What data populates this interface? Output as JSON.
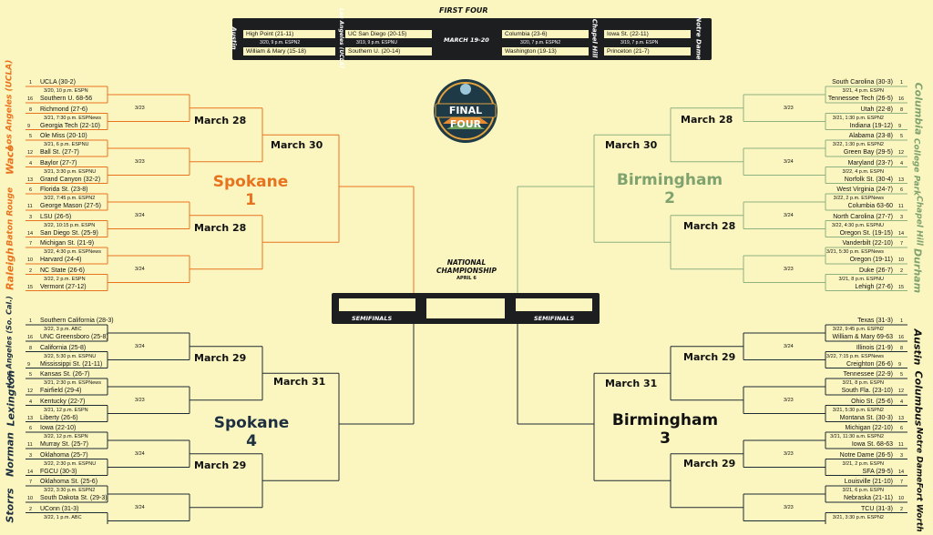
{
  "first_four": {
    "title": "FIRST FOUR",
    "dates": "MARCH 19-20",
    "games": [
      {
        "site": "Austin",
        "top": "High Point (21-11)",
        "meta": "3/20, 9 p.m. ESPN2",
        "bottom": "William & Mary (15-18)"
      },
      {
        "site": "Los Angeles (UCLA)",
        "top": "UC San Diego (20-15)",
        "meta": "3/19, 9 p.m. ESPNU",
        "bottom": "Southern U. (20-14)"
      },
      {
        "site": "Chapel Hill",
        "top": "Columbia (23-6)",
        "meta": "3/20, 7 p.m. ESPN2",
        "bottom": "Washington (19-13)"
      },
      {
        "site": "Notre Dame",
        "top": "Iowa St. (22-11)",
        "meta": "3/19, 7 p.m. ESPN",
        "bottom": "Princeton (21-7)"
      }
    ]
  },
  "logo": {
    "line1": "FINAL FOUR"
  },
  "center": {
    "title": "NATIONAL CHAMPIONSHIP",
    "date": "APRIL 6",
    "semis": [
      "SEMIFINALS",
      "SEMIFINALS"
    ]
  },
  "regions": {
    "tl": {
      "name": "Spokane",
      "num": "1",
      "r2": [
        "March 28",
        "March 28"
      ],
      "r3": "March 30"
    },
    "tr": {
      "name": "Birmingham",
      "num": "2",
      "r2": [
        "March 28",
        "March 28"
      ],
      "r3": "March 30"
    },
    "bl": {
      "name": "Spokane",
      "num": "4",
      "r2": [
        "March 29",
        "March 29"
      ],
      "r3": "March 31"
    },
    "br": {
      "name": "Birmingham",
      "num": "3",
      "r2": [
        "March 29",
        "March 29"
      ],
      "r3": "March 31"
    }
  },
  "left_top": {
    "sites": [
      "Los Angeles (UCLA)",
      "Waco",
      "Baton Rouge",
      "Raleigh"
    ],
    "games": [
      {
        "s1": "1",
        "t1": "UCLA (30-2)",
        "m": "3/20, 10 p.m. ESPN",
        "s2": "16",
        "t2": "Southern U. 68-56",
        "d": "3/23"
      },
      {
        "s1": "8",
        "t1": "Richmond (27-6)",
        "m": "3/21, 7:30 p.m. ESPNews",
        "s2": "9",
        "t2": "Georgia Tech (22-10)",
        "d": ""
      },
      {
        "s1": "5",
        "t1": "Ole Miss (20-10)",
        "m": "3/21, 6 p.m. ESPNU",
        "s2": "12",
        "t2": "Ball St. (27-7)",
        "d": "3/23"
      },
      {
        "s1": "4",
        "t1": "Baylor (27-7)",
        "m": "3/21, 3:30 p.m. ESPNU",
        "s2": "13",
        "t2": "Grand Canyon (32-2)",
        "d": ""
      },
      {
        "s1": "6",
        "t1": "Florida St. (23-8)",
        "m": "3/22, 7:45 p.m. ESPN2",
        "s2": "11",
        "t2": "George Mason (27-5)",
        "d": "3/24"
      },
      {
        "s1": "3",
        "t1": "LSU (26-5)",
        "m": "3/22, 10:15 p.m. ESPN",
        "s2": "14",
        "t2": "San Diego St. (25-9)",
        "d": ""
      },
      {
        "s1": "7",
        "t1": "Michigan St. (21-9)",
        "m": "3/22, 4:30 p.m. ESPNews",
        "s2": "10",
        "t2": "Harvard (24-4)",
        "d": "3/24"
      },
      {
        "s1": "2",
        "t1": "NC State (26-6)",
        "m": "3/22, 2 p.m. ESPN",
        "s2": "15",
        "t2": "Vermont (27-12)",
        "d": ""
      }
    ]
  },
  "left_bottom": {
    "sites": [
      "Los Angeles (So. Cal.)",
      "Lexington",
      "Norman",
      "Storrs"
    ],
    "games": [
      {
        "s1": "1",
        "t1": "Southern California (28-3)",
        "m": "3/22, 3 p.m. ABC",
        "s2": "16",
        "t2": "UNC Greensboro (25-8)",
        "d": "3/24"
      },
      {
        "s1": "8",
        "t1": "California (25-8)",
        "m": "3/22, 5:30 p.m. ESPNU",
        "s2": "9",
        "t2": "Mississippi St. (21-11)",
        "d": ""
      },
      {
        "s1": "5",
        "t1": "Kansas St. (26-7)",
        "m": "3/21, 2:30 p.m. ESPNews",
        "s2": "12",
        "t2": "Fairfield (29-4)",
        "d": "3/23"
      },
      {
        "s1": "4",
        "t1": "Kentucky (22-7)",
        "m": "3/21, 12 p.m. ESPN",
        "s2": "13",
        "t2": "Liberty (26-6)",
        "d": ""
      },
      {
        "s1": "6",
        "t1": "Iowa (22-10)",
        "m": "3/22, 12 p.m. ESPN",
        "s2": "11",
        "t2": "Murray St. (25-7)",
        "d": "3/24"
      },
      {
        "s1": "3",
        "t1": "Oklahoma (25-7)",
        "m": "3/22, 2:30 p.m. ESPNU",
        "s2": "14",
        "t2": "FGCU (30-3)",
        "d": ""
      },
      {
        "s1": "7",
        "t1": "Oklahoma St. (25-6)",
        "m": "3/22, 3:30 p.m. ESPN2",
        "s2": "10",
        "t2": "South Dakota St. (29-3)",
        "d": "3/24"
      },
      {
        "s1": "2",
        "t1": "UConn (31-3)",
        "m": "3/22, 1 p.m. ABC",
        "s2": "",
        "t2": "",
        "d": ""
      }
    ]
  },
  "right_top": {
    "sites": [
      "Columbia",
      "College Park",
      "Chapel Hill",
      "Durham"
    ],
    "games": [
      {
        "s1": "1",
        "t1": "South Carolina (30-3)",
        "m": "3/21, 4 p.m. ESPN",
        "s2": "16",
        "t2": "Tennessee Tech (26-5)",
        "d": "3/23"
      },
      {
        "s1": "8",
        "t1": "Utah (22-8)",
        "m": "3/21, 1:30 p.m. ESPN2",
        "s2": "9",
        "t2": "Indiana (19-12)",
        "d": ""
      },
      {
        "s1": "5",
        "t1": "Alabama (23-8)",
        "m": "3/22, 1:30 p.m. ESPN2",
        "s2": "12",
        "t2": "Green Bay (29-5)",
        "d": "3/24"
      },
      {
        "s1": "4",
        "t1": "Maryland (23-7)",
        "m": "3/22, 4 p.m. ESPN",
        "s2": "13",
        "t2": "Norfolk St. (30-4)",
        "d": ""
      },
      {
        "s1": "6",
        "t1": "West Virginia (24-7)",
        "m": "3/22, 2 p.m. ESPNews",
        "s2": "11",
        "t2": "Columbia 63-60",
        "d": "3/24"
      },
      {
        "s1": "3",
        "t1": "North Carolina (27-7)",
        "m": "3/22, 4:30 p.m. ESPNU",
        "s2": "14",
        "t2": "Oregon St. (19-15)",
        "d": ""
      },
      {
        "s1": "7",
        "t1": "Vanderbilt (22-10)",
        "m": "3/21, 5:30 p.m. ESPNews",
        "s2": "10",
        "t2": "Oregon (19-11)",
        "d": "3/23"
      },
      {
        "s1": "2",
        "t1": "Duke (26-7)",
        "m": "3/21, 8 p.m. ESPNU",
        "s2": "15",
        "t2": "Lehigh (27-6)",
        "d": ""
      }
    ]
  },
  "right_bottom": {
    "sites": [
      "Austin",
      "Columbus",
      "Notre Dame",
      "Fort Worth"
    ],
    "games": [
      {
        "s1": "1",
        "t1": "Texas (31-3)",
        "m": "3/22, 9:45 p.m. ESPN2",
        "s2": "16",
        "t2": "William & Mary 69-63",
        "d": "3/24"
      },
      {
        "s1": "8",
        "t1": "Illinois (21-9)",
        "m": "3/22, 7:15 p.m. ESPNews",
        "s2": "9",
        "t2": "Creighton (26-6)",
        "d": ""
      },
      {
        "s1": "5",
        "t1": "Tennessee (22-9)",
        "m": "3/21, 8 p.m. ESPN",
        "s2": "12",
        "t2": "South Fla. (23-10)",
        "d": "3/23"
      },
      {
        "s1": "4",
        "t1": "Ohio St. (25-6)",
        "m": "3/21, 5:30 p.m. ESPN2",
        "s2": "13",
        "t2": "Montana St. (30-3)",
        "d": ""
      },
      {
        "s1": "6",
        "t1": "Michigan (22-10)",
        "m": "3/21, 11:30 a.m. ESPN2",
        "s2": "11",
        "t2": "Iowa St. 68-63",
        "d": "3/23"
      },
      {
        "s1": "3",
        "t1": "Notre Dame (26-5)",
        "m": "3/21, 2 p.m. ESPN",
        "s2": "14",
        "t2": "SFA (29-5)",
        "d": ""
      },
      {
        "s1": "7",
        "t1": "Louisville (21-10)",
        "m": "3/21, 6 p.m. ESPN",
        "s2": "10",
        "t2": "Nebraska (21-11)",
        "d": "3/23"
      },
      {
        "s1": "2",
        "t1": "TCU (31-3)",
        "m": "3/21, 3:30 p.m. ESPN2",
        "s2": "",
        "t2": "",
        "d": ""
      }
    ]
  }
}
